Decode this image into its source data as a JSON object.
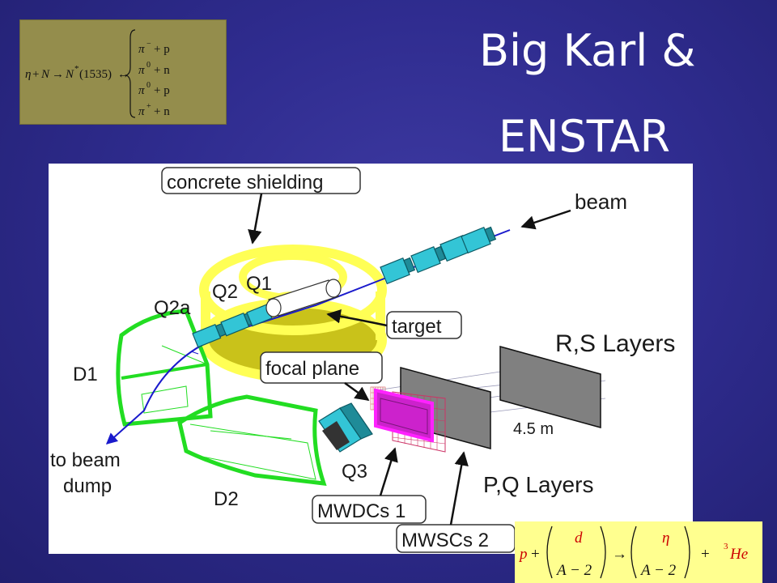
{
  "slide": {
    "title_line1": "Big Karl &",
    "title_line2": "ENSTAR"
  },
  "formula_top": {
    "lhs_eta": "η",
    "plus1": "+",
    "N": "N",
    "arrow1": "→",
    "Nstar": "N",
    "star": "*",
    "mass": "(1535)",
    "arrow2": "↔",
    "channels": [
      {
        "pion": "π",
        "charge": "−",
        "nucleon": "+ p"
      },
      {
        "pion": "π",
        "charge": "0",
        "nucleon": "+ n"
      },
      {
        "pion": "π",
        "charge": "0",
        "nucleon": "+ p"
      },
      {
        "pion": "π",
        "charge": "+",
        "nucleon": "+ n"
      }
    ]
  },
  "diagram": {
    "labels": {
      "concrete_shielding": "concrete shielding",
      "beam": "beam",
      "q1": "Q1",
      "q2": "Q2",
      "q2a": "Q2a",
      "target": "target",
      "rs_layers": "R,S Layers",
      "focal_plane": "focal plane",
      "d1": "D1",
      "distance": "4.5 m",
      "to_beam_dump_1": "to beam",
      "to_beam_dump_2": "dump",
      "q3": "Q3",
      "pq_layers": "P,Q Layers",
      "d2": "D2",
      "mwdcs1": "MWDCs 1",
      "mwscs2": "MWSCs 2"
    },
    "colors": {
      "shielding": "#ffff55",
      "shielding_floor": "#c9c21a",
      "dipole": "#22dd22",
      "quadrupole": "#33c5d6",
      "chamber": "#ff22ff",
      "beamline": "#1a1acc",
      "layers": "#888888"
    }
  },
  "formula_bottom": {
    "p": "p",
    "plus1": "+",
    "d": "d",
    "A_minus_2_a": "A − 2",
    "arrow": "→",
    "eta": "η",
    "A_minus_2_b": "A − 2",
    "plus2": "+",
    "mass_number": "3",
    "He": "He"
  }
}
